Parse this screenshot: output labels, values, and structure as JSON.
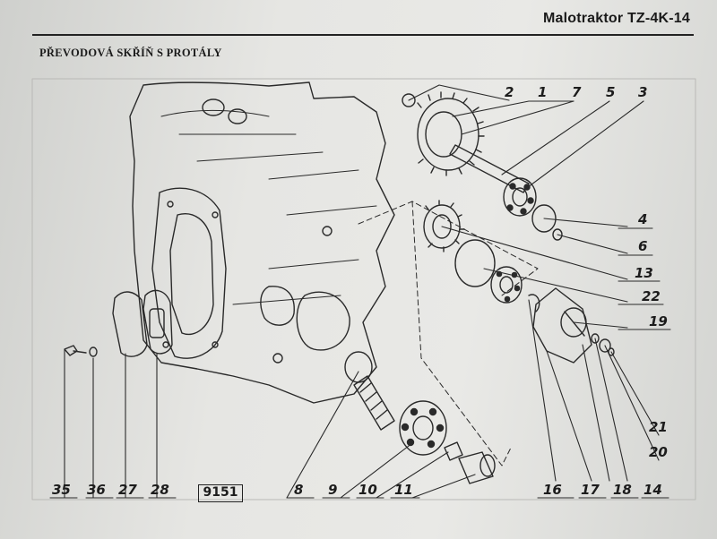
{
  "header": {
    "title": "Malotraktor TZ-4K-14",
    "section": "PŘEVODOVÁ SKŘÍŇ S PROTÁLY"
  },
  "figure": {
    "reference": "9151",
    "parts": {
      "p1": "1",
      "p2": "2",
      "p3": "3",
      "p4": "4",
      "p5": "5",
      "p6": "6",
      "p7": "7",
      "p8": "8",
      "p9": "9",
      "p10": "10",
      "p11": "11",
      "p13": "13",
      "p14": "14",
      "p16": "16",
      "p17": "17",
      "p18": "18",
      "p19": "19",
      "p20": "20",
      "p21": "21",
      "p22": "22",
      "p27": "27",
      "p28": "28",
      "p35": "35",
      "p36": "36"
    }
  },
  "colors": {
    "ink": "#1c1c1c",
    "paper": "#e6e6e3"
  }
}
